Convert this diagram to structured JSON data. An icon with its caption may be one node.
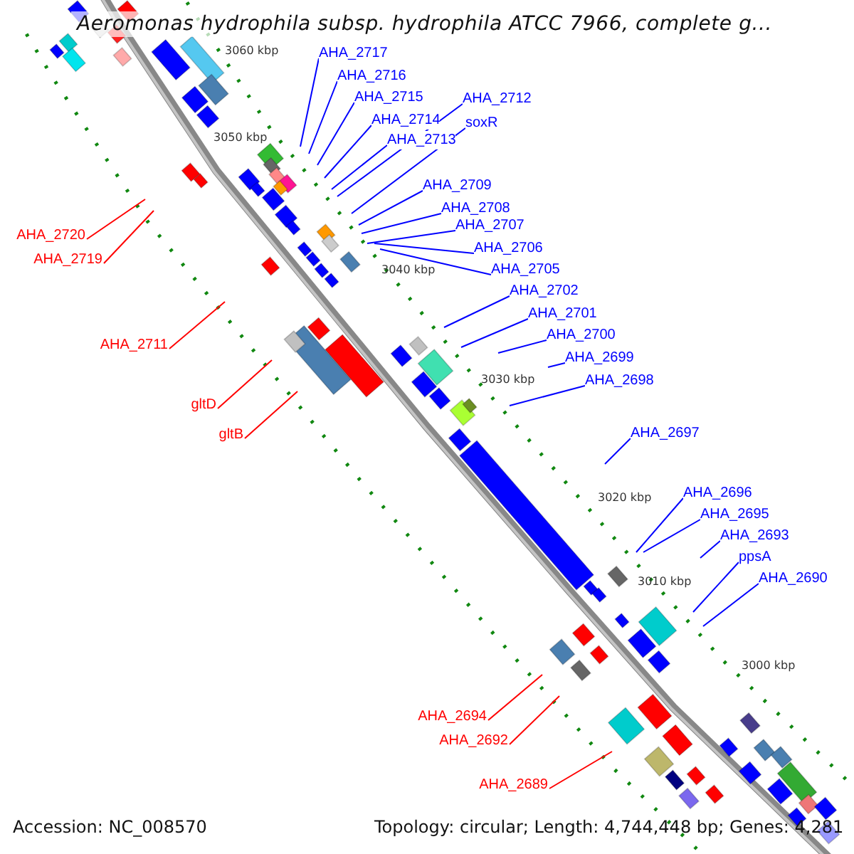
{
  "diagram": {
    "title": "Aeromonas hydrophila subsp. hydrophila ATCC 7966, complete g...",
    "nodes": [
      {
        "text": [
          "AHA_2717"
        ]
      },
      {
        "text": [
          "AHA_2716"
        ]
      },
      {
        "text": [
          "AHA_2715"
        ]
      },
      {
        "text": [
          "AHA_2712"
        ]
      },
      {
        "text": [
          "AHA_2714"
        ]
      },
      {
        "text": [
          "soxR"
        ]
      },
      {
        "text": [
          "AHA_2713"
        ]
      },
      {
        "text": [
          "AHA_2709"
        ]
      },
      {
        "text": [
          "AHA_2708"
        ]
      },
      {
        "text": [
          "AHA_2707"
        ]
      },
      {
        "text": [
          "AHA_2720"
        ]
      },
      {
        "text": [
          "AHA_2706"
        ]
      },
      {
        "text": [
          "AHA_2719"
        ]
      },
      {
        "text": [
          "AHA_2705"
        ]
      },
      {
        "text": [
          "AHA_2702"
        ]
      },
      {
        "text": [
          "AHA_2701"
        ]
      },
      {
        "text": [
          "AHA_2700"
        ]
      },
      {
        "text": [
          "AHA_2711"
        ]
      },
      {
        "text": [
          "AHA_2699"
        ]
      },
      {
        "text": [
          "AHA_2698"
        ]
      },
      {
        "text": [
          "gltD"
        ]
      },
      {
        "text": [
          "AHA_2697"
        ]
      },
      {
        "text": [
          "gltB"
        ]
      },
      {
        "text": [
          "AHA_2696"
        ]
      },
      {
        "text": [
          "AHA_2695"
        ]
      },
      {
        "text": [
          "AHA_2693"
        ]
      },
      {
        "text": [
          "ppsA"
        ]
      },
      {
        "text": [
          "AHA_2690"
        ]
      },
      {
        "text": [
          "AHA_2694"
        ]
      },
      {
        "text": [
          "AHA_2692"
        ]
      },
      {
        "text": [
          "AHA_2689"
        ]
      }
    ],
    "edges": [
      {
        "from": 0,
        "to": null,
        "arrow": "none"
      },
      {
        "from": 1,
        "to": null,
        "arrow": "none"
      },
      {
        "from": 2,
        "to": null,
        "arrow": "none"
      },
      {
        "from": 3,
        "to": null,
        "arrow": "none"
      },
      {
        "from": 4,
        "to": null,
        "arrow": "none"
      },
      {
        "from": 5,
        "to": null,
        "arrow": "none"
      },
      {
        "from": 6,
        "to": null,
        "arrow": "none"
      },
      {
        "from": 7,
        "to": null,
        "arrow": "none"
      },
      {
        "from": 8,
        "to": null,
        "arrow": "none"
      },
      {
        "from": 9,
        "to": null,
        "arrow": "none"
      },
      {
        "from": 10,
        "to": null,
        "arrow": "none",
        "color": "#ff0000"
      },
      {
        "from": 11,
        "to": null,
        "arrow": "none"
      },
      {
        "from": 12,
        "to": null,
        "arrow": "none",
        "color": "#ff0000"
      },
      {
        "from": 13,
        "to": null,
        "arrow": "none"
      },
      {
        "from": 14,
        "to": null,
        "arrow": "none"
      },
      {
        "from": 15,
        "to": null,
        "arrow": "none"
      },
      {
        "from": 16,
        "to": null,
        "arrow": "none"
      },
      {
        "from": 17,
        "to": null,
        "arrow": "none",
        "color": "#ff0000"
      },
      {
        "from": 18,
        "to": null,
        "arrow": "none"
      },
      {
        "from": 19,
        "to": null,
        "arrow": "none"
      },
      {
        "from": 20,
        "to": null,
        "arrow": "none",
        "color": "#ff0000"
      },
      {
        "from": 21,
        "to": null,
        "arrow": "none"
      },
      {
        "from": 22,
        "to": null,
        "arrow": "none",
        "color": "#ff0000"
      },
      {
        "from": 23,
        "to": null,
        "arrow": "none"
      },
      {
        "from": 24,
        "to": null,
        "arrow": "none"
      },
      {
        "from": 25,
        "to": null,
        "arrow": "none"
      },
      {
        "from": 26,
        "to": null,
        "arrow": "none"
      },
      {
        "from": 27,
        "to": null,
        "arrow": "none"
      },
      {
        "from": 28,
        "to": null,
        "arrow": "none",
        "color": "#ff0000"
      },
      {
        "from": 29,
        "to": null,
        "arrow": "none",
        "color": "#ff0000"
      },
      {
        "from": 30,
        "to": null,
        "arrow": "none",
        "color": "#ff0000"
      }
    ],
    "labels": [
      "3060 kbp",
      "3050 kbp",
      "3040 kbp",
      "3030 kbp",
      "3020 kbp",
      "3010 kbp",
      "3000 kbp",
      "Accession: NC_008570",
      "Topology: circular; Length: 4,744,448 bp; Genes: 4,281"
    ]
  }
}
